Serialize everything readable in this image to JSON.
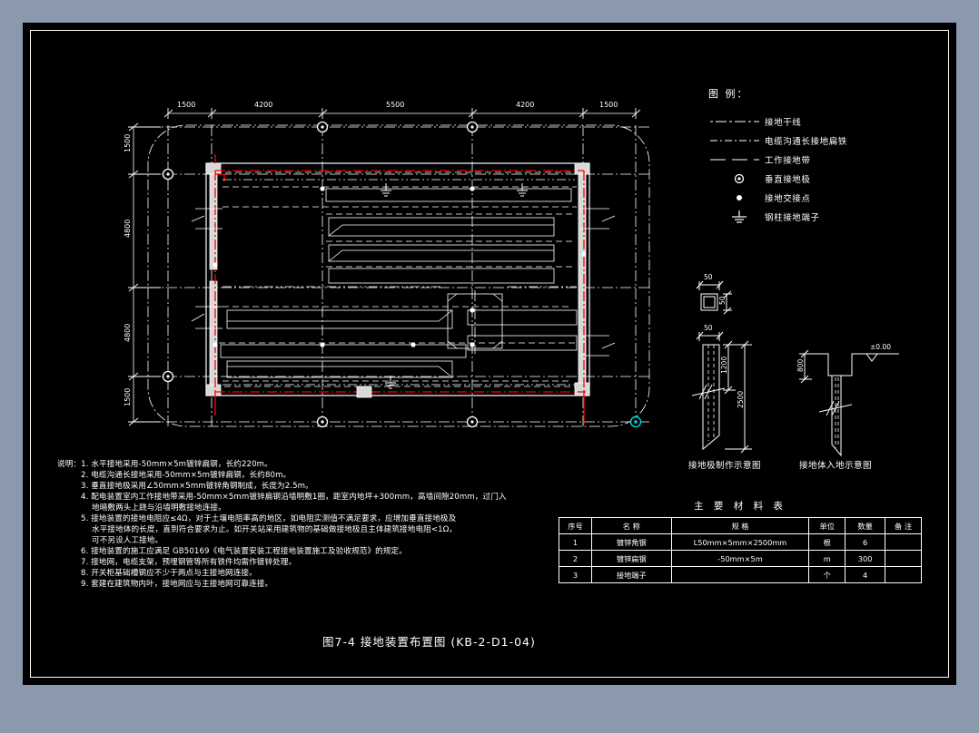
{
  "sheet": {
    "background_color": "#8b99ae",
    "drawing_bg": "#000000",
    "line_color": "#ffffff",
    "accent_red": "#ff0000",
    "accent_cyan": "#00d8d8"
  },
  "figure": {
    "title": "图7-4   接地装置布置图  (KB-2-D1-04)"
  },
  "plan": {
    "dims_top": [
      "1500",
      "4200",
      "5500",
      "4200",
      "1500"
    ],
    "dims_left": [
      "1500",
      "4800",
      "4800",
      "1500"
    ]
  },
  "legend": {
    "title": "图  例：",
    "items": [
      {
        "symbol": "dash-dot-line",
        "label": "接地干线"
      },
      {
        "symbol": "dash-dot-dot-line",
        "label": "电缆沟通长接地扁铁"
      },
      {
        "symbol": "dashed-line",
        "label": "工作接地带"
      },
      {
        "symbol": "circle-dot-marker",
        "label": "垂直接地极"
      },
      {
        "symbol": "filled-dot-marker",
        "label": "接地交接点"
      },
      {
        "symbol": "earth-terminal-icon",
        "label": "钢柱接地端子"
      }
    ]
  },
  "details": [
    {
      "caption": "接地极制作示意图",
      "dims": [
        "50",
        "50",
        "50",
        "1200",
        "2500"
      ]
    },
    {
      "caption": "接地体入地示意图",
      "dims": [
        "±0.00",
        "800"
      ]
    }
  ],
  "notes": {
    "heading": "说明：",
    "items": [
      "1. 水平接地采用-50mm×5m镀锌扁钢，长约220m。",
      "2. 电缆沟通长接地采用-50mm×5m镀锌扁钢，长约80m。",
      "3. 垂直接地极采用∠50mm×5mm镀锌角钢制成，长度为2.5m。",
      "4. 配电装置室内工作接地带采用-50mm×5mm镀锌扁钢沿墙明敷1圈，距室内地坪+300mm，高墙间隙20mm，过门入",
      "地暗敷两头上跷与沿墙明敷接地连接。",
      "5. 接地装置的接地电阻应≤4Ω，对于土壤电阻率高的地区，如电阻实测值不满足要求，应增加垂直接地极及",
      "水平接地体的长度，直到符合要求为止。如开关站采用建筑物的基础做接地极且主体建筑接地电阻<1Ω，",
      "可不另设人工接地。",
      "6. 接地装置的施工应满足 GB50169《电气装置安装工程接地装置施工及验收规范》的规定。",
      "7. 接地网，电缆支架，预埋钢管等所有铁件均需作镀锌处理。",
      "8. 开关柜基础槽钢应不少于两点与主接地网连接。",
      "9. 套建在建筑物内叶，接地网应与主接地网可靠连接。"
    ]
  },
  "materials_table": {
    "title": "主  要  材  料  表",
    "headers": [
      "序号",
      "名    称",
      "规    格",
      "单位",
      "数量",
      "备  注"
    ],
    "rows": [
      {
        "no": "1",
        "name": "镀锌角钢",
        "spec": "L50mm×5mm×2500mm",
        "unit": "根",
        "qty": "6",
        "remark": ""
      },
      {
        "no": "2",
        "name": "镀锌扁钢",
        "spec": "-50mm×5m",
        "unit": "m",
        "qty": "300",
        "remark": ""
      },
      {
        "no": "3",
        "name": "接地端子",
        "spec": "",
        "unit": "个",
        "qty": "4",
        "remark": ""
      }
    ]
  }
}
